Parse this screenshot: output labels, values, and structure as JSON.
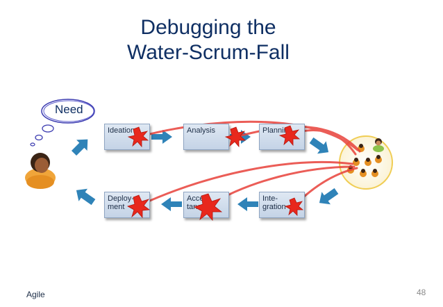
{
  "title": {
    "line1": "Debugging the",
    "line2": "Water-Scrum-Fall"
  },
  "thought_bubble": {
    "text": "Need"
  },
  "process_top": [
    {
      "id": "ideation",
      "label": "Ideation"
    },
    {
      "id": "analysis",
      "label": "Analysis"
    },
    {
      "id": "planning",
      "label": "Planning"
    }
  ],
  "process_bottom": [
    {
      "id": "deployment",
      "label": "Deploy-\nment"
    },
    {
      "id": "acceptance",
      "label": "Accep-\ntance"
    },
    {
      "id": "integration",
      "label": "Inte-\ngration"
    }
  ],
  "footer": {
    "left": "Agile",
    "page_number": "48"
  },
  "colors": {
    "title": "#0f2f63",
    "flow_arrow": "#2f83b8",
    "defect_star": "#e8281d",
    "feedback_curve": "#e8413a",
    "team_circle": "#f6d977"
  }
}
